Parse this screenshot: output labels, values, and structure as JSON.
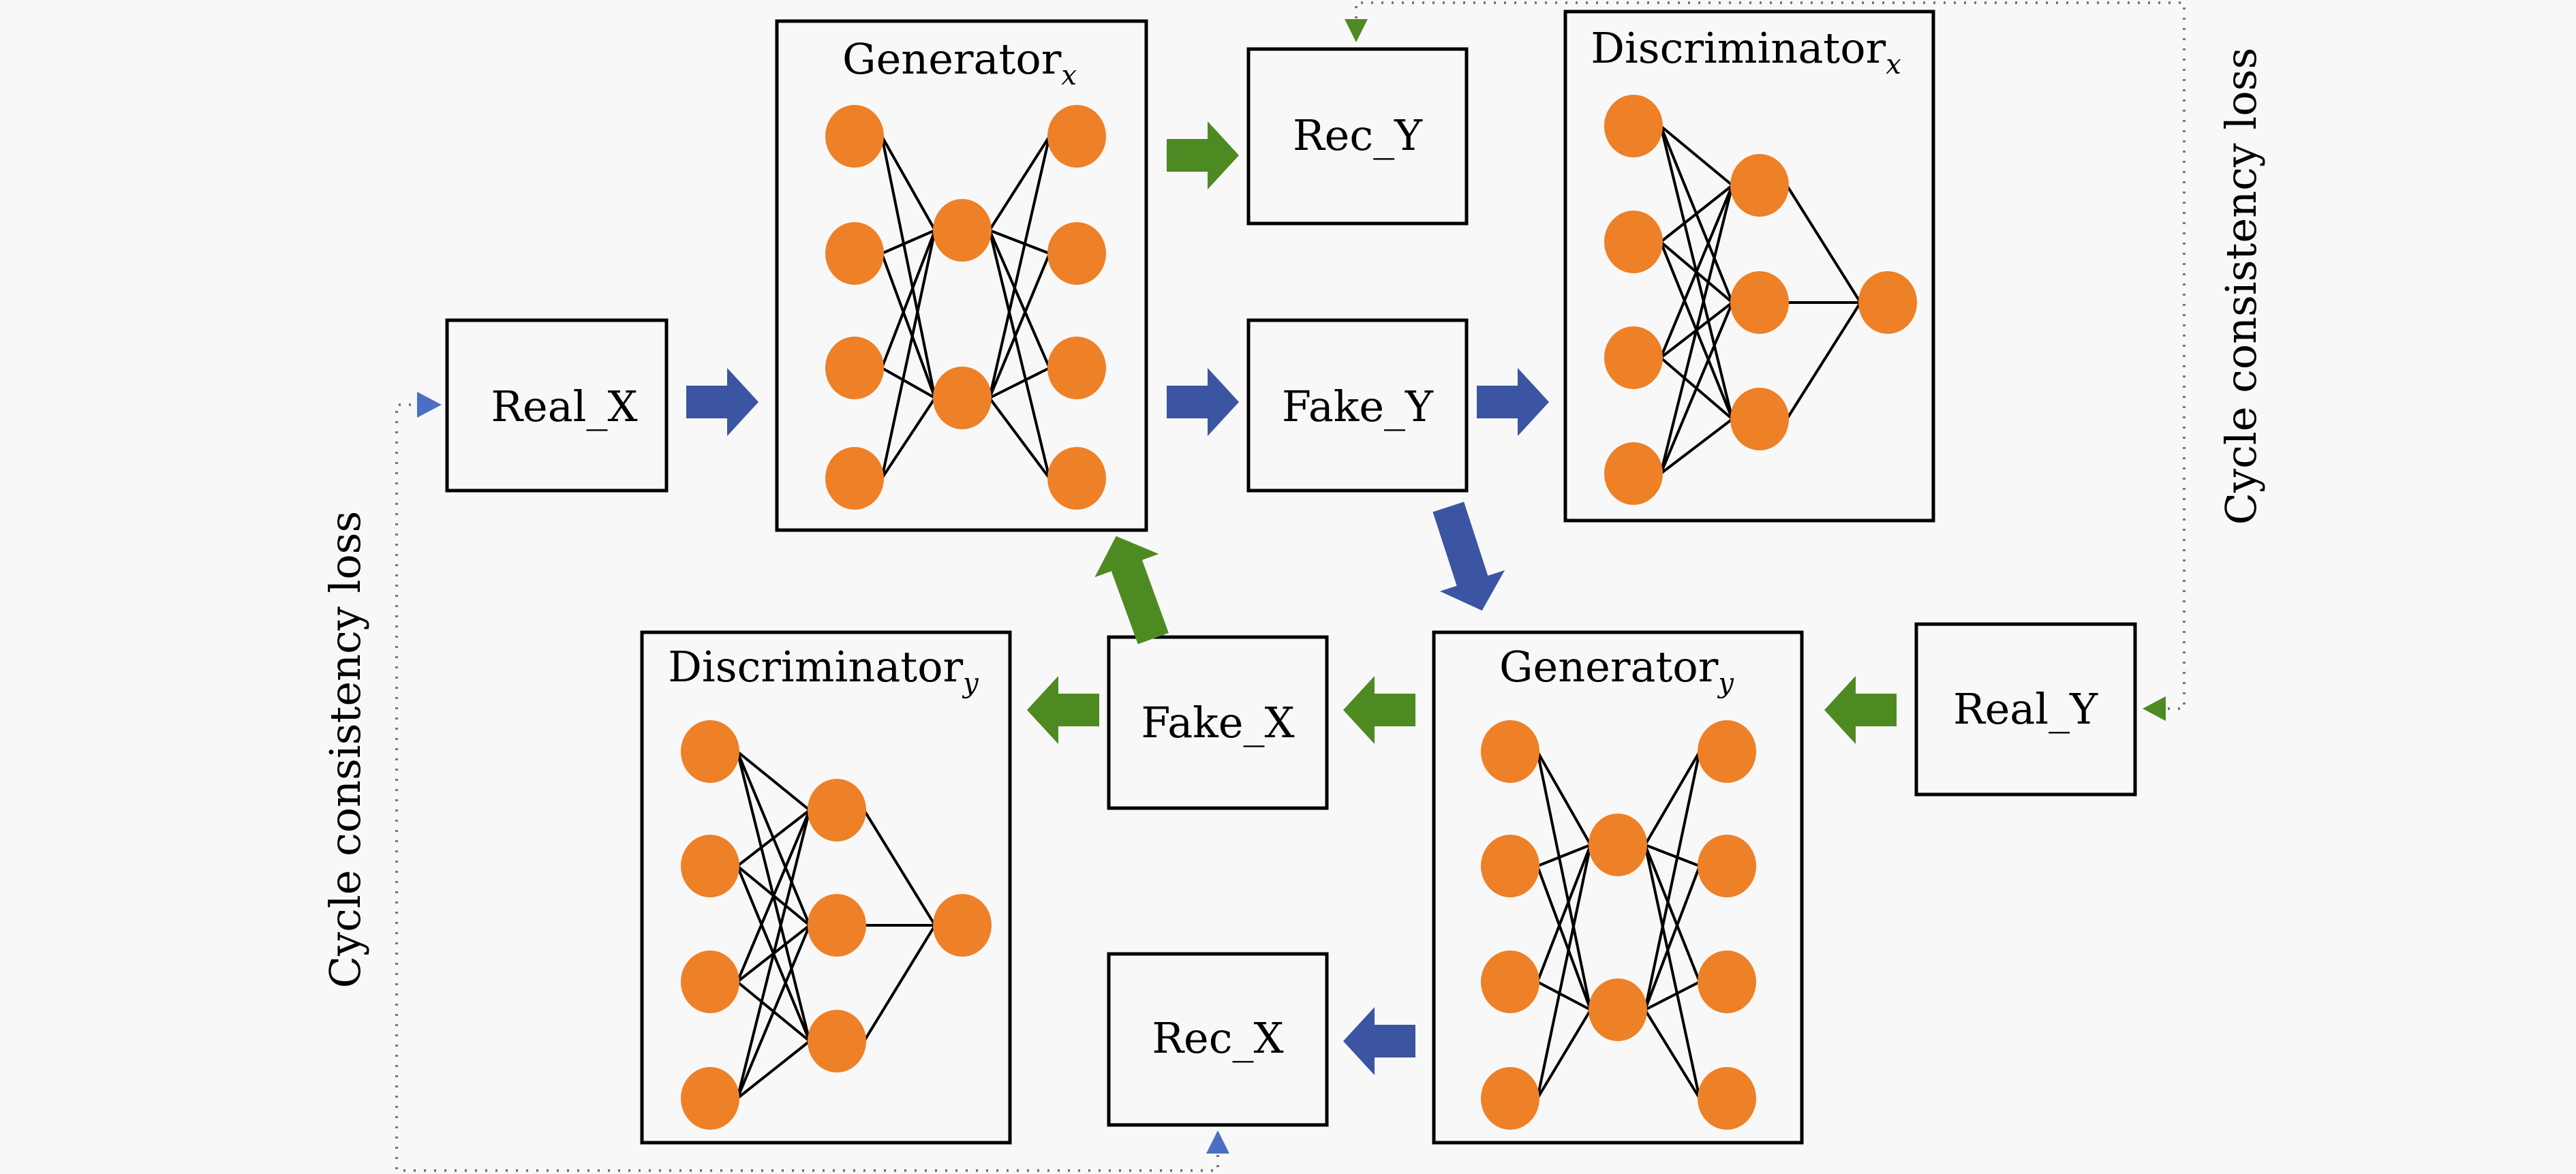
{
  "colors": {
    "background": "#f8f8f8",
    "node": "#ee8027",
    "forward_arrow": "#3b55a3",
    "backward_arrow": "#4e8a22",
    "box_stroke": "#000000"
  },
  "boxes": {
    "real_x": "Real_X",
    "fake_y": "Fake_Y",
    "rec_y": "Rec_Y",
    "real_y": "Real_Y",
    "fake_x": "Fake_X",
    "rec_x": "Rec_X"
  },
  "networks": {
    "generator_x": {
      "title": "Generator",
      "subscript": "x",
      "layers": [
        4,
        2,
        4
      ]
    },
    "discriminator_x": {
      "title": "Discriminator",
      "subscript": "x",
      "layers": [
        4,
        3,
        1
      ]
    },
    "generator_y": {
      "title": "Generator",
      "subscript": "y",
      "layers": [
        4,
        2,
        4
      ]
    },
    "discriminator_y": {
      "title": "Discriminator",
      "subscript": "y",
      "layers": [
        4,
        3,
        1
      ]
    }
  },
  "side_labels": {
    "right": "Cycle consistency loss",
    "left": "Cycle consistency loss"
  }
}
